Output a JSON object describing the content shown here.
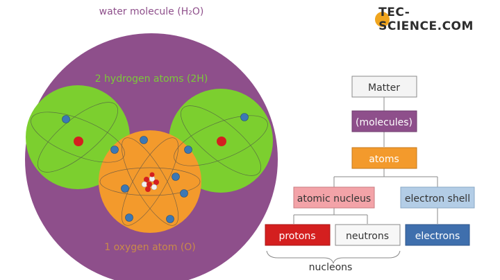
{
  "logo": {
    "text": "TEC-SCIENCE.COM",
    "accent_color": "#f0a51e"
  },
  "labels": {
    "molecule": "water molecule (H₂O)",
    "hydrogen": "2 hydrogen atoms (2H)",
    "oxygen": "1 oxygen atom (O)"
  },
  "hierarchy": {
    "matter": "Matter",
    "molecules": "(molecules)",
    "atoms": "atoms",
    "nucleus": "atomic nucleus",
    "shell": "electron shell",
    "protons": "protons",
    "neutrons": "neutrons",
    "electrons": "electrons",
    "nucleons": "nucleons"
  },
  "colors": {
    "molecule": "#8e4f8b",
    "hydrogen": "#7ccf2f",
    "oxygen": "#f39a2c",
    "proton": "#d41f1f",
    "electron": "#3c78b5",
    "label_purple": "#8e4f8b",
    "label_green": "#7cc93a",
    "label_oxygen": "#c98a4a"
  }
}
